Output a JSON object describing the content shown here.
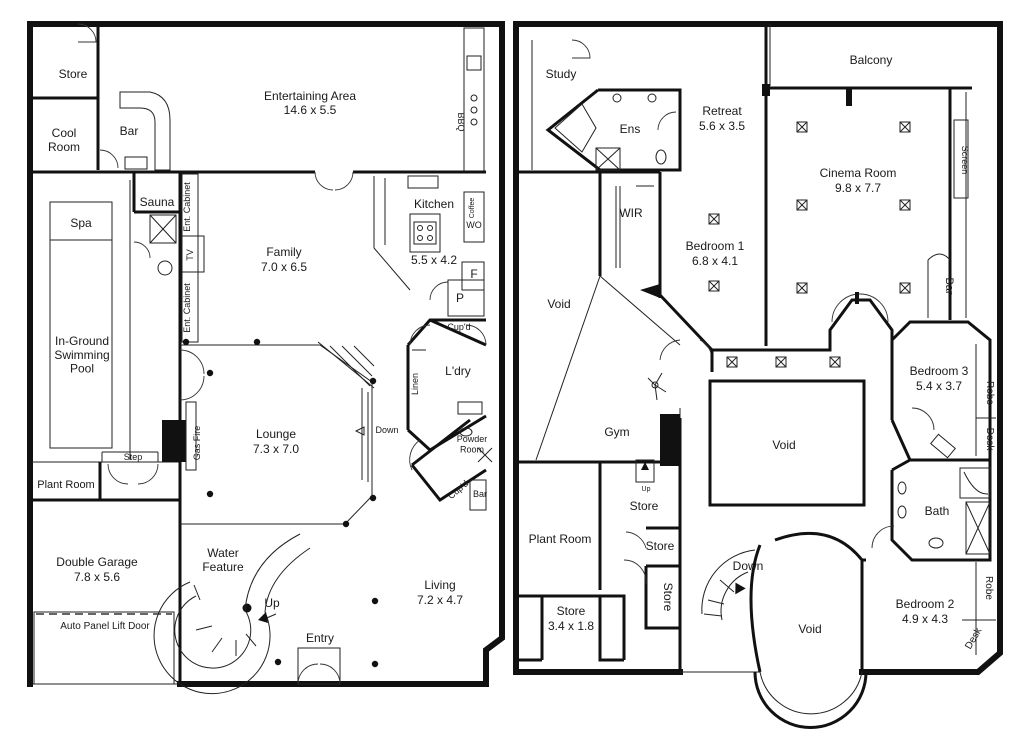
{
  "ground_floor": {
    "store": "Store",
    "cool_room": "Cool\nRoom",
    "bar": "Bar",
    "entertaining_area": "Entertaining Area",
    "entertaining_area_dim": "14.6 x 5.5",
    "bbq": "BBQ",
    "sauna": "Sauna",
    "spa": "Spa",
    "pool": "In-Ground\nSwimming\nPool",
    "ent_cabinet_top": "Ent. Cabinet",
    "ent_cabinet_bottom": "Ent. Cabinet",
    "tv": "TV",
    "family": "Family",
    "family_dim": "7.0 x 6.5",
    "kitchen": "Kitchen",
    "kitchen_dim": "5.5 x 4.2",
    "coffee": "Coffee",
    "wo": "WO",
    "fridge": "F",
    "pantry": "P",
    "cupd_top": "Cup'd",
    "linen": "Linen",
    "laundry": "L'dry",
    "powder_room": "Powder\nRoom",
    "cupd_bottom": "Cup'd",
    "bar_small": "Bar",
    "down": "Down",
    "lounge": "Lounge",
    "lounge_dim": "7.3 x 7.0",
    "gas_fire": "Gas Fire",
    "step": "Step",
    "plant_room": "Plant Room",
    "double_garage": "Double Garage",
    "double_garage_dim": "7.8 x 5.6",
    "auto_door": "Auto Panel Lift Door",
    "water_feature": "Water\nFeature",
    "up": "Up",
    "living": "Living",
    "living_dim": "7.2 x 4.7",
    "entry": "Entry"
  },
  "first_floor": {
    "study": "Study",
    "ens": "Ens",
    "retreat": "Retreat",
    "retreat_dim": "5.6 x 3.5",
    "balcony": "Balcony",
    "cinema_room": "Cinema Room",
    "cinema_room_dim": "9.8 x 7.7",
    "screen": "Screen",
    "wir": "WIR",
    "bedroom1": "Bedroom 1",
    "bedroom1_dim": "6.8 x 4.1",
    "bar": "Bar",
    "void_left": "Void",
    "bedroom3": "Bedroom 3",
    "bedroom3_dim": "5.4 x 3.7",
    "robe_top": "Robe",
    "desk_top": "Desk",
    "void_center": "Void",
    "gym": "Gym",
    "up": "Up",
    "bath": "Bath",
    "plant_room": "Plant Room",
    "store_top": "Store",
    "store_mid": "Store",
    "store_side": "Store",
    "store_bottom": "Store",
    "store_bottom_dim": "3.4 x 1.8",
    "down": "Down",
    "void_bottom": "Void",
    "bedroom2": "Bedroom 2",
    "bedroom2_dim": "4.9 x 4.3",
    "robe_bottom": "Robe",
    "desk_bottom": "Desk"
  }
}
